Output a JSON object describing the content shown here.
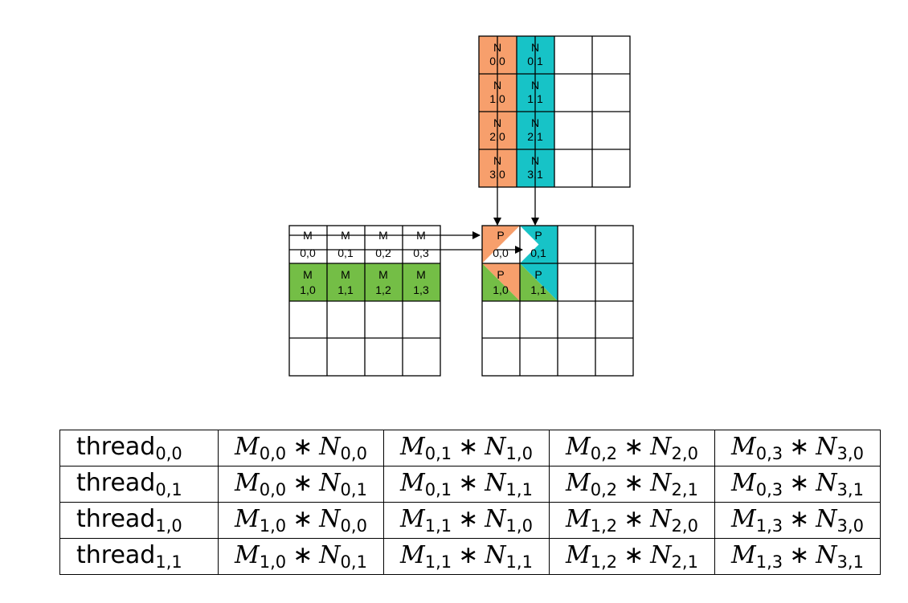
{
  "colors": {
    "orange": "#f79f6c",
    "cyan": "#17c3c7",
    "green": "#74be46",
    "grid": "#000000"
  },
  "matrix_n": {
    "cells": [
      {
        "letter": "N",
        "index": "0,0"
      },
      {
        "letter": "N",
        "index": "0,1"
      },
      {
        "letter": "N",
        "index": "1,0"
      },
      {
        "letter": "N",
        "index": "1,1"
      },
      {
        "letter": "N",
        "index": "2,0"
      },
      {
        "letter": "N",
        "index": "2,1"
      },
      {
        "letter": "N",
        "index": "3,0"
      },
      {
        "letter": "N",
        "index": "3,1"
      }
    ]
  },
  "matrix_m": {
    "cells": [
      {
        "letter": "M",
        "index": "0,0"
      },
      {
        "letter": "M",
        "index": "0,1"
      },
      {
        "letter": "M",
        "index": "0,2"
      },
      {
        "letter": "M",
        "index": "0,3"
      },
      {
        "letter": "M",
        "index": "1,0"
      },
      {
        "letter": "M",
        "index": "1,1"
      },
      {
        "letter": "M",
        "index": "1,2"
      },
      {
        "letter": "M",
        "index": "1,3"
      }
    ]
  },
  "matrix_p": {
    "cells": [
      {
        "letter": "P",
        "index": "0,0"
      },
      {
        "letter": "P",
        "index": "0,1"
      },
      {
        "letter": "P",
        "index": "1,0"
      },
      {
        "letter": "P",
        "index": "1,1"
      }
    ]
  },
  "table": {
    "rows": [
      {
        "thread": {
          "label": "thread",
          "sub": "0,0"
        },
        "terms": [
          {
            "m": "M",
            "m_sub": "0,0",
            "op": "∗",
            "n": "N",
            "n_sub": "0,0"
          },
          {
            "m": "M",
            "m_sub": "0,1",
            "op": "∗",
            "n": "N",
            "n_sub": "1,0"
          },
          {
            "m": "M",
            "m_sub": "0,2",
            "op": "∗",
            "n": "N",
            "n_sub": "2,0"
          },
          {
            "m": "M",
            "m_sub": "0,3",
            "op": "∗",
            "n": "N",
            "n_sub": "3,0"
          }
        ]
      },
      {
        "thread": {
          "label": "thread",
          "sub": "0,1"
        },
        "terms": [
          {
            "m": "M",
            "m_sub": "0,0",
            "op": "∗",
            "n": "N",
            "n_sub": "0,1"
          },
          {
            "m": "M",
            "m_sub": "0,1",
            "op": "∗",
            "n": "N",
            "n_sub": "1,1"
          },
          {
            "m": "M",
            "m_sub": "0,2",
            "op": "∗",
            "n": "N",
            "n_sub": "2,1"
          },
          {
            "m": "M",
            "m_sub": "0,3",
            "op": "∗",
            "n": "N",
            "n_sub": "3,1"
          }
        ]
      },
      {
        "thread": {
          "label": "thread",
          "sub": "1,0"
        },
        "terms": [
          {
            "m": "M",
            "m_sub": "1,0",
            "op": "∗",
            "n": "N",
            "n_sub": "0,0"
          },
          {
            "m": "M",
            "m_sub": "1,1",
            "op": "∗",
            "n": "N",
            "n_sub": "1,0"
          },
          {
            "m": "M",
            "m_sub": "1,2",
            "op": "∗",
            "n": "N",
            "n_sub": "2,0"
          },
          {
            "m": "M",
            "m_sub": "1,3",
            "op": "∗",
            "n": "N",
            "n_sub": "3,0"
          }
        ]
      },
      {
        "thread": {
          "label": "thread",
          "sub": "1,1"
        },
        "terms": [
          {
            "m": "M",
            "m_sub": "1,0",
            "op": "∗",
            "n": "N",
            "n_sub": "0,1"
          },
          {
            "m": "M",
            "m_sub": "1,1",
            "op": "∗",
            "n": "N",
            "n_sub": "1,1"
          },
          {
            "m": "M",
            "m_sub": "1,2",
            "op": "∗",
            "n": "N",
            "n_sub": "2,1"
          },
          {
            "m": "M",
            "m_sub": "1,3",
            "op": "∗",
            "n": "N",
            "n_sub": "3,1"
          }
        ]
      }
    ]
  }
}
